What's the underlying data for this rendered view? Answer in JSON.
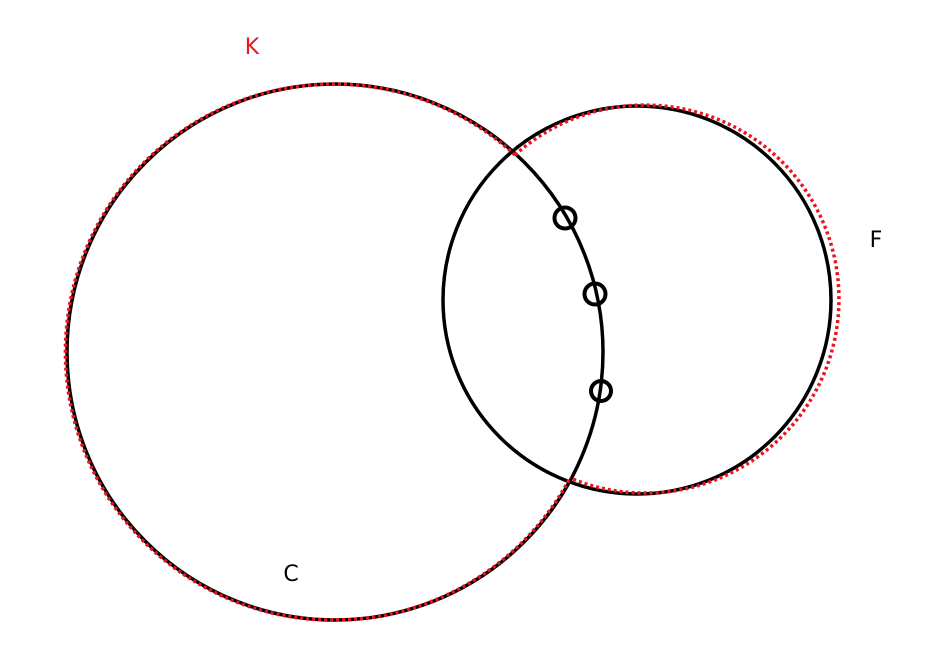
{
  "diagram": {
    "labels": {
      "k": "K",
      "f": "F",
      "c": "C"
    },
    "colors": {
      "outline": "#000000",
      "boundary": "#e8141e",
      "k_label": "#e8141e",
      "label": "#000000"
    }
  }
}
